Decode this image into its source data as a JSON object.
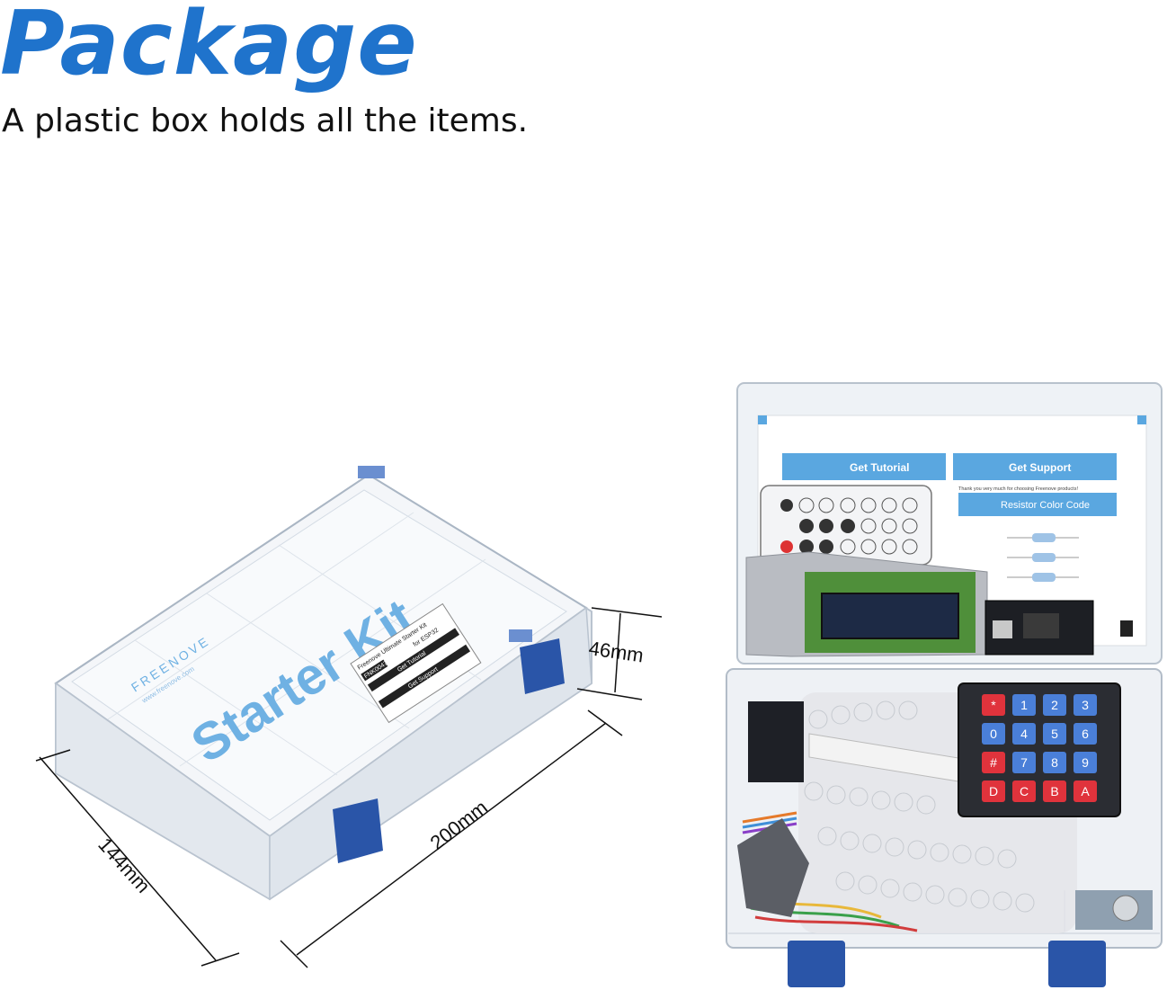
{
  "header": {
    "title": "Package",
    "subtitle": "A plastic box holds all the items."
  },
  "dimensions": {
    "height": "46mm",
    "depth": "144mm",
    "width": "200mm"
  },
  "closed_box": {
    "lid_text": "Starter Kit",
    "brand": "FREENOVE",
    "brand_url": "www.freenove.com",
    "sticker_lines": [
      "Freenove Ultimate Starter Kit",
      "FNK0047",
      "for ESP32",
      "Get Tutorial",
      "Get Support"
    ]
  },
  "open_box": {
    "card_tab_tutorial": "Get Tutorial",
    "card_tab_support": "Get Support",
    "card_thanks": "Thank you very much for choosing Freenove products!",
    "card_resistor_heading": "Resistor Color Code",
    "keypad_keys": [
      "*",
      "0",
      "#",
      "D",
      "1",
      "4",
      "7",
      "C",
      "2",
      "5",
      "8",
      "B",
      "3",
      "6",
      "9",
      "A"
    ]
  },
  "colors": {
    "title": "#1f73cc",
    "card_blue": "#5aa7e0",
    "clip_blue": "#2a55a8",
    "keypad_red": "#e0333c",
    "keypad_blue": "#4a7fd8"
  }
}
